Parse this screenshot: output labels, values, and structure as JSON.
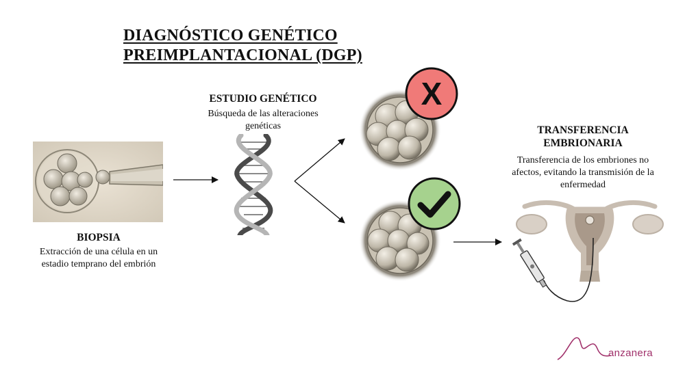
{
  "title": {
    "line1": "DIAGNÓSTICO GENÉTICO",
    "line2": "PREIMPLANTACIONAL (DGP)"
  },
  "steps": {
    "biopsy": {
      "heading": "BIOPSIA",
      "description_line1": "Extracción de una célula en un",
      "description_line2": "estadio temprano del embrión"
    },
    "genetic_study": {
      "heading": "ESTUDIO GENÉTICO",
      "description_line1": "Búsqueda de  las alteraciones",
      "description_line2": "genéticas"
    },
    "transfer": {
      "heading_line1": "TRANSFERENCIA",
      "heading_line2": "EMBRIONARIA",
      "description_line1": "Transferencia de los embriones no",
      "description_line2": "afectos, evitando la transmisión de la",
      "description_line3": "enfermedad"
    }
  },
  "badges": {
    "rejected": {
      "symbol": "X",
      "color": "#f07a78"
    },
    "accepted": {
      "symbol": "check",
      "color": "#a6d28e"
    }
  },
  "brand": {
    "name": "anzanera",
    "color": "#a0306a"
  },
  "icons": [
    "micropipette-biopsy-image",
    "dna-helix-icon",
    "embryo-image",
    "uterus-icon",
    "syringe-catheter-icon",
    "arrow-icon"
  ]
}
